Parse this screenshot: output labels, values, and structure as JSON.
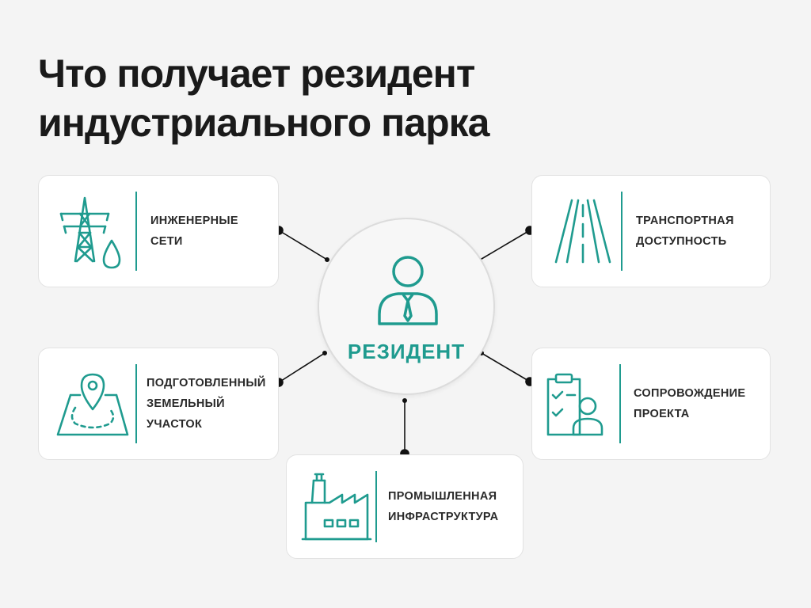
{
  "title": {
    "line1": "Что получает резидент",
    "line2": "индустриального парка"
  },
  "center": {
    "label": "РЕЗИДЕНТ",
    "icon": "person-with-tie-icon"
  },
  "items": [
    {
      "icon": "power-pylon-water-drop-icon",
      "line1": "ИНЖЕНЕРНЫЕ",
      "line2": "СЕТИ"
    },
    {
      "icon": "road-icon",
      "line1": "ТРАНСПОРТНАЯ",
      "line2": "ДОСТУПНОСТЬ"
    },
    {
      "icon": "land-plot-pin-icon",
      "line1": "ПОДГОТОВЛЕННЫЙ",
      "line2": "ЗЕМЕЛЬНЫЙ",
      "line3": "УЧАСТОК"
    },
    {
      "icon": "clipboard-person-icon",
      "line1": "СОПРОВОЖДЕНИЕ",
      "line2": "ПРОЕКТА"
    },
    {
      "icon": "factory-icon",
      "line1": "ПРОМЫШЛЕННАЯ",
      "line2": "ИНФРАСТРУКТУРА"
    }
  ],
  "colors": {
    "accent": "#1f9b8f",
    "text": "#1a1a1a",
    "connector": "#111111"
  }
}
